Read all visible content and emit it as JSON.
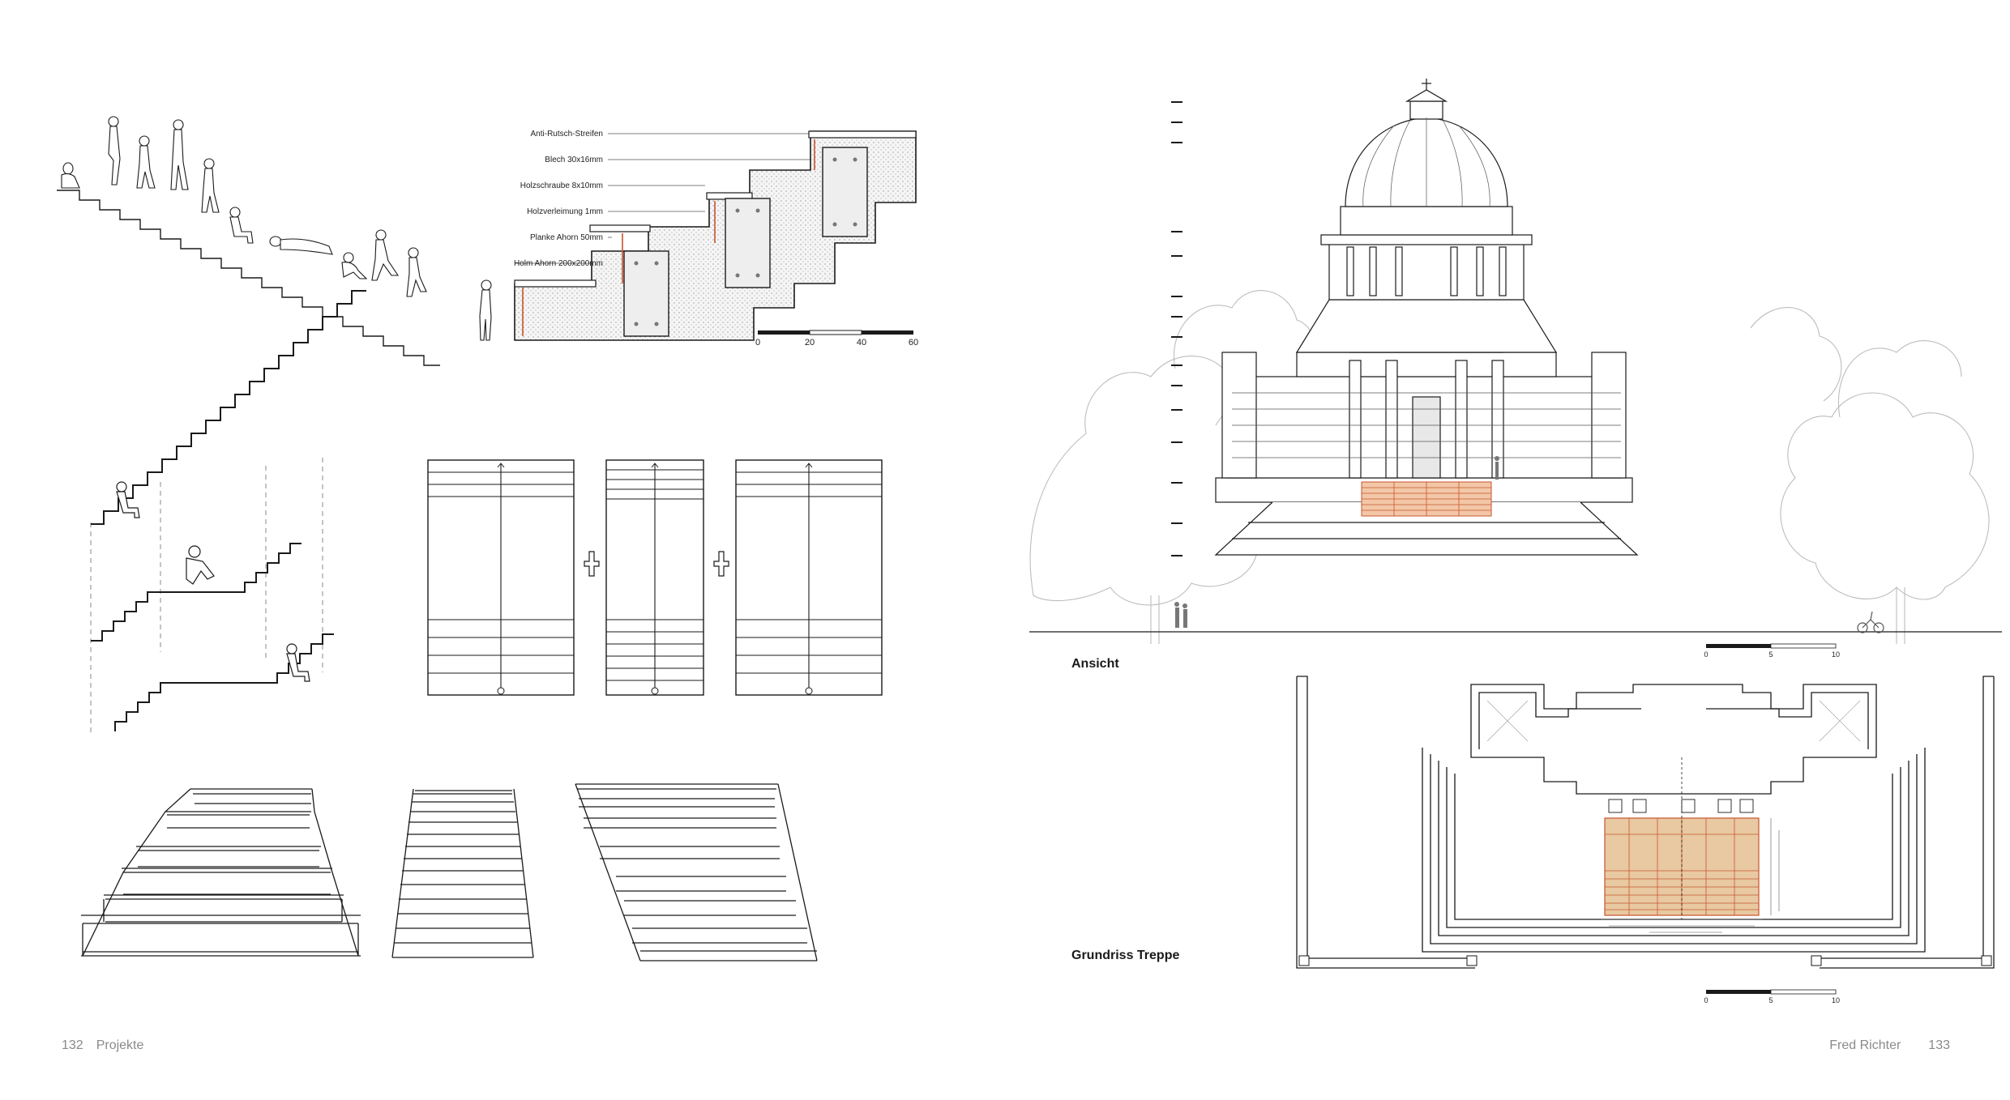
{
  "left_page": {
    "page_number": "132",
    "section": "Projekte",
    "detail_section": {
      "labels": [
        "Anti-Rutsch-Streifen",
        "Blech 30x16mm",
        "Holzschraube 8x10mm",
        "Holzverleimung 1mm",
        "Planke Ahorn 50mm",
        "Holm Ahorn 200x200mm"
      ],
      "scale_ticks": [
        "0",
        "20",
        "40",
        "60"
      ]
    }
  },
  "right_page": {
    "author": "Fred Richter",
    "page_number": "133",
    "elevation": {
      "caption": "Ansicht",
      "scale_ticks": [
        "0",
        "5",
        "10"
      ]
    },
    "plan": {
      "caption": "Grundriss Treppe",
      "scale_ticks": [
        "0",
        "5",
        "10"
      ]
    }
  },
  "colors": {
    "stair_orange": "#f2c7a7",
    "stair_orange_line": "#c8542f",
    "plan_fill": "#e8c9a1",
    "ink": "#1a1a1a",
    "tree_line": "#bdbdbd",
    "footer_text": "#8a8a8a"
  }
}
